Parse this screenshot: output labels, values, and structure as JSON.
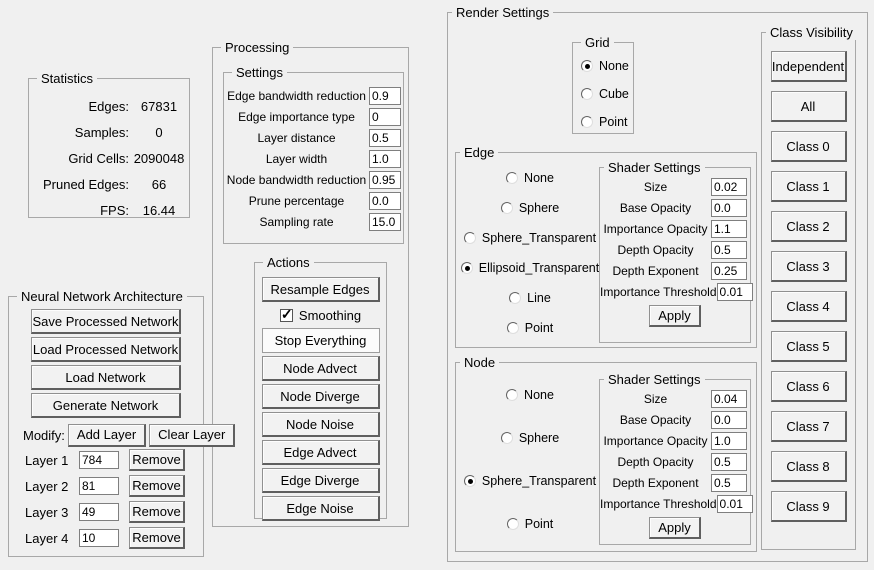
{
  "statistics": {
    "title": "Statistics",
    "rows": [
      {
        "label": "Edges:",
        "value": "67831"
      },
      {
        "label": "Samples:",
        "value": "0"
      },
      {
        "label": "Grid Cells:",
        "value": "2090048"
      },
      {
        "label": "Pruned Edges:",
        "value": "66"
      },
      {
        "label": "FPS:",
        "value": "16.44"
      }
    ]
  },
  "processing": {
    "title": "Processing",
    "settings": {
      "title": "Settings",
      "fields": [
        {
          "label": "Edge bandwidth reduction",
          "value": "0.9"
        },
        {
          "label": "Edge importance type",
          "value": "0"
        },
        {
          "label": "Layer distance",
          "value": "0.5"
        },
        {
          "label": "Layer width",
          "value": "1.0"
        },
        {
          "label": "Node bandwidth reduction",
          "value": "0.95"
        },
        {
          "label": "Prune percentage",
          "value": "0.0"
        },
        {
          "label": "Sampling rate",
          "value": "15.0"
        }
      ]
    },
    "actions": {
      "title": "Actions",
      "resample_label": "Resample Edges",
      "smoothing_label": "Smoothing",
      "smoothing_checked": true,
      "buttons": [
        "Stop Everything",
        "Node Advect",
        "Node Diverge",
        "Node Noise",
        "Edge Advect",
        "Edge Diverge",
        "Edge Noise"
      ]
    }
  },
  "network": {
    "title": "Neural Network Architecture",
    "buttons": [
      "Save Processed Network",
      "Load Processed Network",
      "Load Network",
      "Generate Network"
    ],
    "modify_label": "Modify:",
    "add_layer_label": "Add Layer",
    "clear_layer_label": "Clear Layer",
    "remove_label": "Remove",
    "layers": [
      {
        "label": "Layer 1",
        "value": "784"
      },
      {
        "label": "Layer 2",
        "value": "81"
      },
      {
        "label": "Layer 3",
        "value": "49"
      },
      {
        "label": "Layer 4",
        "value": "10"
      }
    ]
  },
  "render": {
    "title": "Render Settings",
    "grid": {
      "title": "Grid",
      "options": [
        {
          "label": "None",
          "selected": true
        },
        {
          "label": "Cube",
          "selected": false
        },
        {
          "label": "Point",
          "selected": false
        }
      ]
    },
    "edge": {
      "title": "Edge",
      "options": [
        {
          "label": "None",
          "selected": false
        },
        {
          "label": "Sphere",
          "selected": false
        },
        {
          "label": "Sphere_Transparent",
          "selected": false
        },
        {
          "label": "Ellipsoid_Transparent",
          "selected": true
        },
        {
          "label": "Line",
          "selected": false
        },
        {
          "label": "Point",
          "selected": false
        }
      ],
      "shader": {
        "title": "Shader Settings",
        "apply_label": "Apply",
        "fields": [
          {
            "label": "Size",
            "value": "0.02"
          },
          {
            "label": "Base Opacity",
            "value": "0.0"
          },
          {
            "label": "Importance Opacity",
            "value": "1.1"
          },
          {
            "label": "Depth Opacity",
            "value": "0.5"
          },
          {
            "label": "Depth Exponent",
            "value": "0.25"
          },
          {
            "label": "Importance Threshold",
            "value": "0.01"
          }
        ]
      }
    },
    "node": {
      "title": "Node",
      "options": [
        {
          "label": "None",
          "selected": false
        },
        {
          "label": "Sphere",
          "selected": false
        },
        {
          "label": "Sphere_Transparent",
          "selected": true
        },
        {
          "label": "Point",
          "selected": false
        }
      ],
      "shader": {
        "title": "Shader Settings",
        "apply_label": "Apply",
        "fields": [
          {
            "label": "Size",
            "value": "0.04"
          },
          {
            "label": "Base Opacity",
            "value": "0.0"
          },
          {
            "label": "Importance Opacity",
            "value": "1.0"
          },
          {
            "label": "Depth Opacity",
            "value": "0.5"
          },
          {
            "label": "Depth Exponent",
            "value": "0.5"
          },
          {
            "label": "Importance Threshold",
            "value": "0.01"
          }
        ]
      }
    },
    "class_visibility": {
      "title": "Class Visibility",
      "buttons": [
        "Independent",
        "All",
        "Class 0",
        "Class 1",
        "Class 2",
        "Class 3",
        "Class 4",
        "Class 5",
        "Class 6",
        "Class 7",
        "Class 8",
        "Class 9"
      ]
    }
  },
  "colors": {
    "background": "#f0f0f0",
    "group_border": "#a8a8a8",
    "button_face": "#f2f2f2"
  }
}
